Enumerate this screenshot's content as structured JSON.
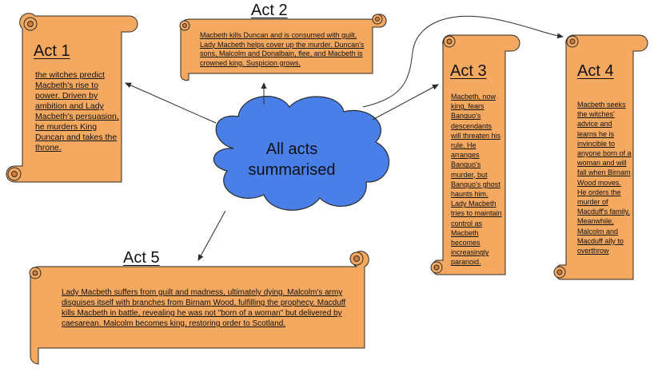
{
  "colors": {
    "scroll_fill": "#f4a860",
    "scroll_stroke": "#2b2b2b",
    "cloud_fill": "#4a7fe8",
    "cloud_stroke": "#2b2b2b",
    "arrow": "#2b2b2b"
  },
  "center": {
    "label": "All acts summarised"
  },
  "acts": [
    {
      "title": "Act 1",
      "summary": "the witches predict Macbeth's rise to power. Driven by ambition and Lady Macbeth's persuasion, he murders King Duncan and takes the throne."
    },
    {
      "title": "Act 2",
      "summary": "Macbeth kills Duncan and is consumed with guilt. Lady Macbeth helps cover up the murder. Duncan's sons, Malcolm and Donalbain, flee, and Macbeth is crowned king. Suspicion grows."
    },
    {
      "title": "Act 3",
      "summary": "Macbeth, now king, fears Banquo's descendants will threaten his rule. He arranges Banquo's murder, but Banquo's ghost haunts him. Lady Macbeth tries to maintain control as Macbeth becomes increasingly paranoid."
    },
    {
      "title": "Act 4",
      "summary": "Macbeth seeks the witches' advice and learns he is invincible to anyone born of a woman and will fall when Birnam Wood moves. He orders the murder of Macduff's family. Meanwhile, Malcolm and Macduff ally to overthrow"
    },
    {
      "title": "Act 5",
      "summary": "Lady Macbeth suffers from guilt and madness, ultimately dying. Malcolm's army disguises itself with branches from Birnam Wood, fulfilling the prophecy. Macduff kills Macbeth in battle, revealing he was not \"born of a woman\" but delivered by caesarean. Malcolm becomes king, restoring order to Scotland."
    }
  ]
}
